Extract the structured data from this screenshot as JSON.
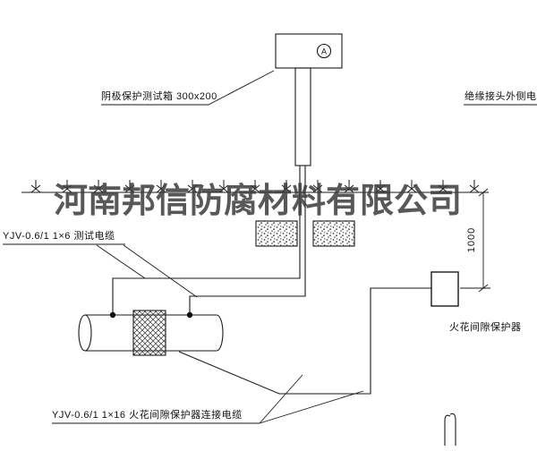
{
  "watermark": "河南邦信防腐材料有限公司",
  "labels": {
    "test_box": "阴极保护测试箱 300x200",
    "insulated_joint_cable": "绝缘接头外侧电缆",
    "test_cable": "YJV-0.6/1 1×6  测试电缆",
    "spark_gap_protector": "火花间隙保护器",
    "protector_cable": "YJV-0.6/1 1×16  火花间隙保护器连接电缆",
    "dimension": "1000",
    "meter": "A"
  }
}
